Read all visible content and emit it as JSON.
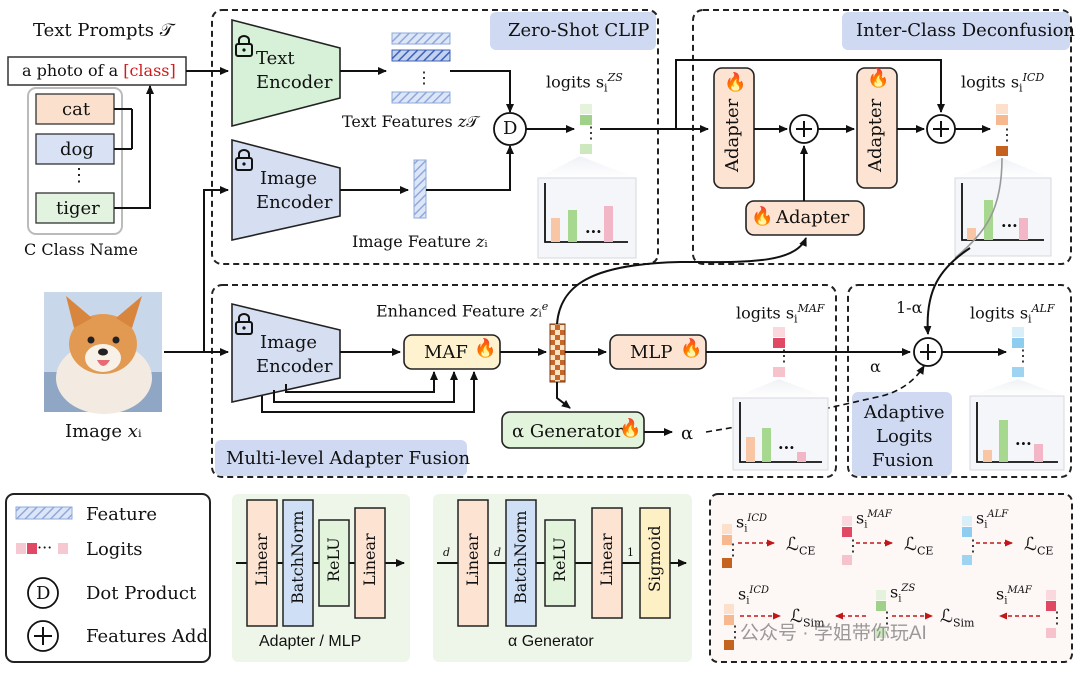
{
  "input": {
    "text_prompts_label": "Text Prompts 𝒯",
    "prompt_prefix": "a photo of a ",
    "prompt_class": "[class]",
    "classes": [
      "cat",
      "dog",
      "⋮",
      "tiger"
    ],
    "class_caption": "C Class Name",
    "image_caption": "Image 𝑥ᵢ"
  },
  "zero_shot": {
    "title": "Zero-Shot CLIP",
    "text_encoder": [
      "Text",
      "Encoder"
    ],
    "image_encoder": [
      "Image",
      "Encoder"
    ],
    "text_features_label": "Text Features 𝑧𝒯",
    "image_feature_label": "Image Feature 𝑧ᵢ",
    "dot_symbol": "D",
    "logits_label": "logits",
    "logits_sup": "ZS",
    "ellipsis": "⋮",
    "bar_dots": "..."
  },
  "icd": {
    "title": "Inter-Class Deconfusion",
    "adapter_label": "Adapter",
    "logits_label": "logits",
    "logits_sup": "ICD",
    "bar_dots": "..."
  },
  "maf": {
    "title": "Multi-level Adapter Fusion",
    "image_encoder": [
      "Image",
      "Encoder"
    ],
    "maf_label": "MAF",
    "enhanced_feature_label": "Enhanced Feature 𝑧ᵢ",
    "enhanced_sup": "e",
    "mlp_label": "MLP",
    "alpha_generator_label": "α  Generator",
    "alpha": "α",
    "logits_label": "logits",
    "logits_sup": "MAF",
    "bar_dots": "..."
  },
  "alf": {
    "title_lines": [
      "Adaptive",
      "Logits",
      "Fusion"
    ],
    "one_minus_alpha": "1-α",
    "alpha": "α",
    "logits_label": "logits",
    "logits_sup": "ALF",
    "bar_dots": "..."
  },
  "legend": {
    "feature": "Feature",
    "logits": "Logits",
    "dot_product": "Dot Product",
    "features_add": "Features Add",
    "dot_symbol": "D",
    "logits_dots": "···"
  },
  "adapter_mlp": {
    "layers": [
      "Linear",
      "BatchNorm",
      "ReLU",
      "Linear"
    ],
    "caption": "Adapter / MLP"
  },
  "alpha_gen": {
    "layers": [
      "Linear",
      "BatchNorm",
      "ReLU",
      "Linear",
      "Sigmoid"
    ],
    "dims": [
      "d",
      "d",
      "1"
    ],
    "caption": "α Generator"
  },
  "losses": {
    "s": "s",
    "sub": "i",
    "ce": "ℒ",
    "ce_sub": "CE",
    "sim_sub": "Sim",
    "sup_icd": "ICD",
    "sup_maf": "MAF",
    "sup_alf": "ALF",
    "sup_zs": "ZS",
    "dots": "⋮"
  },
  "watermark": "公众号 · 学姐带你玩AI",
  "colors": {
    "encoder_green": "#d7f1d9",
    "encoder_blue": "#d6def2",
    "class_peach": "#fbe0cd",
    "class_blue": "#d8e2f4",
    "class_green": "#e2f3e0",
    "adapter_fill": "#fde3d1",
    "maf_fill": "#fff2cf",
    "mlp_fill": "#fde3d1",
    "alpha_fill": "#e3f4dc",
    "tag_blue": "#cfdaf2",
    "red": "#d01c1c"
  }
}
